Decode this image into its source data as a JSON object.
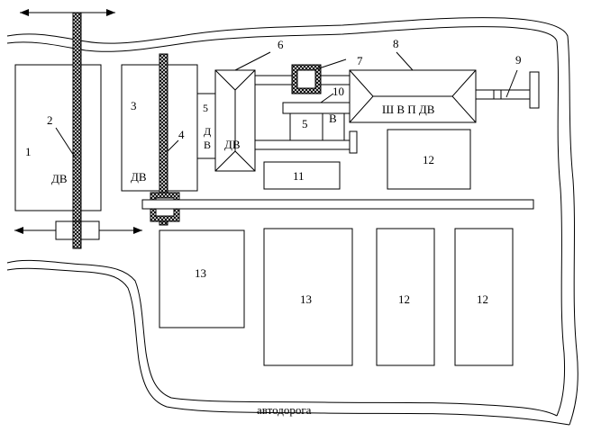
{
  "diagram": {
    "labels": {
      "n1": "1",
      "n2": "2",
      "n3": "3",
      "n4": "4",
      "n5a": "5",
      "n5b": "5",
      "n6": "6",
      "n7": "7",
      "n8": "8",
      "n9": "9",
      "n10": "10",
      "n11": "11",
      "n12a": "12",
      "n12b": "12",
      "n12c": "12",
      "n13a": "13",
      "n13b": "13",
      "dv1": "ДВ",
      "dv3": "ДВ",
      "dv6": "ДВ",
      "d_letter": "Д",
      "v_letter": "В",
      "v5": "В",
      "shvpdv": "Ш  В П  ДВ",
      "road": "автодорога"
    },
    "colors": {
      "line": "#000000",
      "rail_fill": "#444444",
      "background": "#ffffff"
    }
  }
}
